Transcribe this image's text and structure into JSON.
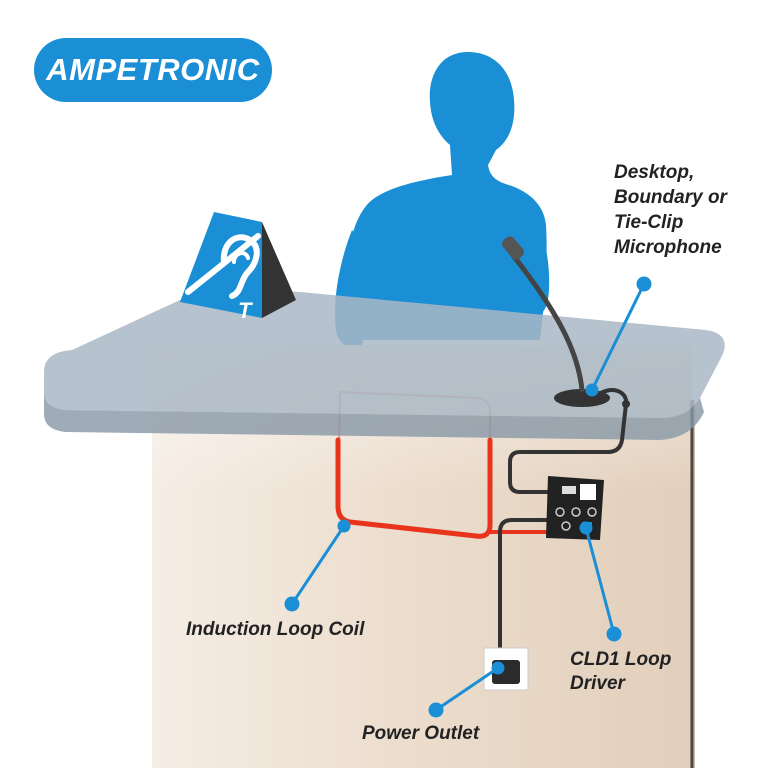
{
  "brand": {
    "logo_text": "AMPETRONIC",
    "accent": "#1a8fd6"
  },
  "labels": {
    "microphone": [
      "Desktop,",
      "Boundary or",
      "Tie-Clip",
      "Microphone"
    ],
    "coil": "Induction Loop Coil",
    "driver": [
      "CLD1 Loop",
      "Driver"
    ],
    "outlet": "Power Outlet"
  },
  "sign": {
    "letter": "T",
    "icon": "hearing-loop-ear-icon"
  },
  "colors": {
    "person": "#1a8fd6",
    "coil": "#e8341c",
    "desk_top": "#a9b7c4",
    "panel": "#eadccb",
    "leader": "#1a8fd6"
  }
}
